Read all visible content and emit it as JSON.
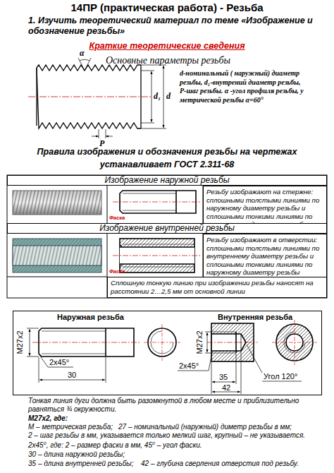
{
  "diagram": {
    "title": "14ПР (практическая работа) - Резьба",
    "nodes": [
      {
        "text": [
          "Изображение наружной резьбы"
        ]
      },
      {
        "text": [
          "Резьбу изображают на стержне: сплошными толстыми линиями по наружному диаметру резьбы и сплошными тонкими линиями по внутреннему диаметру резьбы"
        ]
      },
      {
        "text": [
          "Изображение внутренней резьбы"
        ]
      },
      {
        "text": [
          "Резьбу изображают в отверстии: сплошными толстыми линиями по внутреннему диаметру резьбы и сплошными тонкими линиями по наружному диаметру резьбы"
        ]
      },
      {
        "text": [
          "Сплошную тонкую линию при изображении резьбы наносят на расстоянии 2…2,5 мм от основной линии"
        ]
      },
      {
        "text": [
          "Наружная резьба",
          "Внутренняя резьба"
        ]
      }
    ],
    "labels": [
      "1. Изучить теоретический материал по теме «Изображение и обозначение резьбы»",
      "Краткие теоретические сведения",
      "Основные параметры резьбы",
      "α",
      "d₁",
      "d",
      "P",
      "d-номинальный ( наружный) диаметр резьбы, d₁-внутрений диаметр резьбы, P-шаг резьбы. α -угол профиля резьбы, у метрической резьбы α=60°",
      "Правила изображения и обозначения резьбы на чертежах",
      "устанавливает ГОСТ 2.311-68",
      "Фаска",
      "Фаска",
      "М27х2",
      "2х45°",
      "30",
      "М27х2",
      "2х45°",
      "35",
      "42",
      "Угол 120°",
      "Тонкая линия дуги должна быть разомкнутой в любом месте и приблизительно равняться ¾ окружности.",
      "М27х2, где:",
      "М – метрическая резьба;",
      "27 – номинальный (наружный) диметр резьбы в мм;",
      "2 – шаг резьбы в мм, указывается только мелкий шаг, крупный – не указывается.",
      "2х45⁰, где: 2 – размер фаски в мм, 45⁰ – угол фаски.",
      "30 – длина наружной резьбы;",
      "35 – длина внутренней резьбы;",
      "42 – глубина сверления отверстия под резьбу."
    ]
  }
}
